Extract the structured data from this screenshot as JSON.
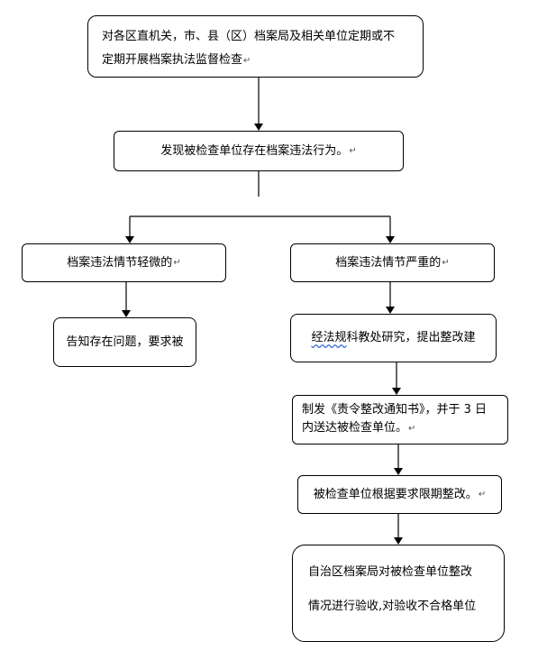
{
  "steps": {
    "inspection": {
      "line1": "对各区直机关，市、县（区）档案局及相关单位定期或不",
      "line2": "定期开展档案执法监督检查"
    },
    "violation_found": "发现被检查单位存在档案违法行为。",
    "minor": "档案违法情节轻微的",
    "serious": "档案违法情节严重的",
    "notify": "告知存在问题，要求被",
    "research": {
      "underlined": "经法规",
      "rest": "科教处研究，提出整改建"
    },
    "issue_notice": {
      "line1": "制发《责令整改通知书》，并于 3 日",
      "line2": "内送达被检查单位。"
    },
    "rectify": "被检查单位根据要求限期整改。",
    "acceptance": {
      "line1": "自治区档案局对被检查单位整改",
      "line2": "情况进行验收,对验收不合格单位"
    }
  },
  "return_mark": "↵"
}
